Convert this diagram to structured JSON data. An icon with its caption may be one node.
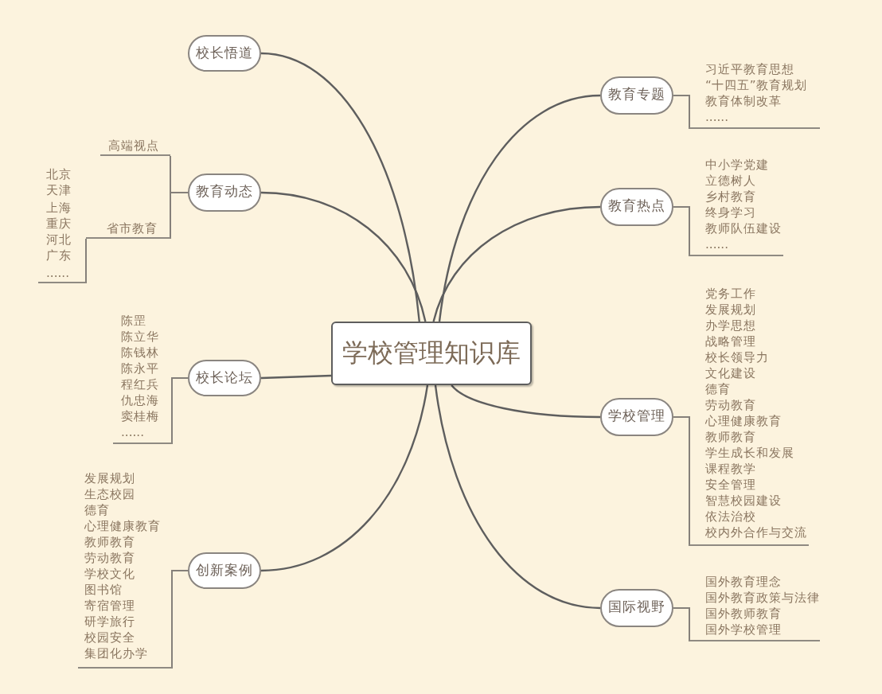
{
  "diagram": {
    "nodes": [
      {
        "text": [
          "学校管理知识库"
        ]
      },
      {
        "text": [
          "校长悟道"
        ]
      },
      {
        "text": [
          "教育动态"
        ]
      },
      {
        "text": [
          "高端视点"
        ]
      },
      {
        "text": [
          "省市教育"
        ]
      },
      {
        "text": [
          "北京",
          "天津",
          "上海",
          "重庆",
          "河北",
          "广东",
          "......"
        ]
      },
      {
        "text": [
          "校长论坛"
        ]
      },
      {
        "text": [
          "陈罡",
          "陈立华",
          "陈钱林",
          "陈永平",
          "程红兵",
          "仇忠海",
          "窦桂梅",
          "......"
        ]
      },
      {
        "text": [
          "创新案例"
        ]
      },
      {
        "text": [
          "发展规划",
          "生态校园",
          "德育",
          "心理健康教育",
          "教师教育",
          "劳动教育",
          "学校文化",
          "图书馆",
          "寄宿管理",
          "研学旅行",
          "校园安全",
          "集团化办学"
        ]
      },
      {
        "text": [
          "教育专题"
        ]
      },
      {
        "text": [
          "习近平教育思想",
          "“十四五”教育规划",
          "教育体制改革",
          "......"
        ]
      },
      {
        "text": [
          "教育热点"
        ]
      },
      {
        "text": [
          "中小学党建",
          "立德树人",
          "乡村教育",
          "终身学习",
          "教师队伍建设",
          "......"
        ]
      },
      {
        "text": [
          "学校管理"
        ]
      },
      {
        "text": [
          "党务工作",
          "发展规划",
          "办学思想",
          "战略管理",
          "校长领导力",
          "文化建设",
          "德育",
          "劳动教育",
          "心理健康教育",
          "教师教育",
          "学生成长和发展",
          "课程教学",
          "安全管理",
          "智慧校园建设",
          "依法治校",
          "校内外合作与交流"
        ]
      },
      {
        "text": [
          "国际视野"
        ]
      },
      {
        "text": [
          "国外教育理念",
          "国外教育政策与法律",
          "国外教师教育",
          "国外学校管理"
        ]
      }
    ],
    "edges": [
      {
        "from": 0,
        "to": 1,
        "arrow": "none"
      },
      {
        "from": 0,
        "to": 2,
        "arrow": "none"
      },
      {
        "from": 2,
        "to": 3,
        "arrow": "none"
      },
      {
        "from": 2,
        "to": 4,
        "arrow": "none"
      },
      {
        "from": 4,
        "to": 5,
        "arrow": "none"
      },
      {
        "from": 0,
        "to": 6,
        "arrow": "none"
      },
      {
        "from": 6,
        "to": 7,
        "arrow": "none"
      },
      {
        "from": 0,
        "to": 8,
        "arrow": "none"
      },
      {
        "from": 8,
        "to": 9,
        "arrow": "none"
      },
      {
        "from": 0,
        "to": 10,
        "arrow": "none"
      },
      {
        "from": 10,
        "to": 11,
        "arrow": "none"
      },
      {
        "from": 0,
        "to": 12,
        "arrow": "none"
      },
      {
        "from": 12,
        "to": 13,
        "arrow": "none"
      },
      {
        "from": 0,
        "to": 14,
        "arrow": "none"
      },
      {
        "from": 14,
        "to": 15,
        "arrow": "none"
      },
      {
        "from": 0,
        "to": 16,
        "arrow": "none"
      },
      {
        "from": 16,
        "to": 17,
        "arrow": "none"
      }
    ]
  }
}
